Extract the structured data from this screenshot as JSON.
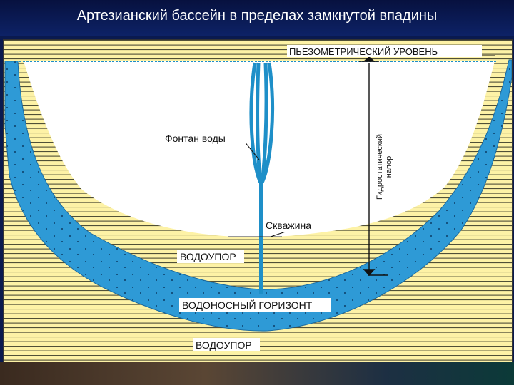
{
  "title": "Артезианский бассейн в пределах замкнутой впадины",
  "labels": {
    "piezometric_level": "ПЬЕЗОМЕТРИЧЕСКИЙ УРОВЕНЬ",
    "hydrostatic_head_line1": "Гидростатический",
    "hydrostatic_head_line2": "напор",
    "fountain": "Фонтан воды",
    "well": "Скважина",
    "aquitard_upper": "ВОДОУПОР",
    "aquifer": "ВОДОНОСНЫЙ ГОРИЗОНТ",
    "aquitard_lower": "ВОДОУПОР"
  },
  "colors": {
    "background": "#0a1a4f",
    "aquitard_fill": "#fdf2a6",
    "aquitard_lines": "#3d3d2a",
    "aquifer_fill": "#2e9ad6",
    "piezometric_line": "#1e8fc8"
  }
}
